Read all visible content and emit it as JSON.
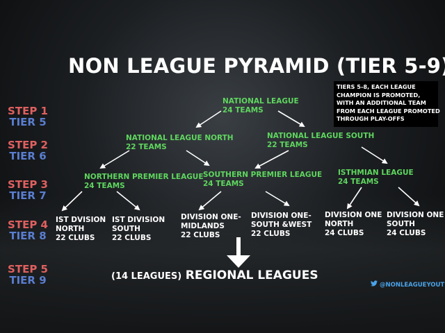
{
  "title": "NON LEAGUE PYRAMID (TIER 5-9)",
  "note": {
    "lines": [
      "TIERS 5-8, EACH LEAGUE",
      "CHAMPION IS PROMOTED,",
      "WITH AN ADDITIONAL TEAM",
      "FROM EACH LEAGUE PROMOTED",
      "THROUGH PLAY-OFFS"
    ]
  },
  "steps": [
    {
      "step": "STEP 1",
      "tier": "TIER 5"
    },
    {
      "step": "STEP 2",
      "tier": "TIER 6"
    },
    {
      "step": "STEP 3",
      "tier": "TIER 7"
    },
    {
      "step": "STEP 4",
      "tier": "TIER 8"
    },
    {
      "step": "STEP 5",
      "tier": "TIER 9"
    }
  ],
  "nodes": {
    "national": {
      "name": "NATIONAL LEAGUE",
      "count": "24 TEAMS"
    },
    "north": {
      "name": "NATIONAL LEAGUE NORTH",
      "count": "22 TEAMS"
    },
    "south": {
      "name": "NATIONAL LEAGUE SOUTH",
      "count": "22 TEAMS"
    },
    "northern_premier": {
      "name": "NORTHERN PREMIER LEAGUE",
      "count": "24 TEAMS"
    },
    "southern_premier": {
      "name": "SOUTHERN PREMIER LEAGUE",
      "count": "24 TEAMS"
    },
    "isthmian": {
      "name": "ISTHMIAN LEAGUE",
      "count": "24 TEAMS"
    },
    "npl_north": {
      "line1": "IST DVISION",
      "line2": "NORTH",
      "count": "22 CLUBS"
    },
    "npl_south": {
      "line1": "IST DIVISION",
      "line2": "SOUTH",
      "count": "22 CLUBS"
    },
    "spl_midlands": {
      "line1": "DIVISION ONE-",
      "line2": "MIDLANDS",
      "count": "22 CLUBS"
    },
    "spl_southwest": {
      "line1": "DIVISION ONE-",
      "line2": "SOUTH &WEST",
      "count": "22 CLUBS"
    },
    "ist_north": {
      "line1": "DIVISION ONE",
      "line2": "NORTH",
      "count": "24 CLUBS"
    },
    "ist_south": {
      "line1": "DIVISION ONE",
      "line2": "SOUTH",
      "count": "24 CLUBS"
    }
  },
  "regional": {
    "prefix": "(14 LEAGUES)",
    "label": "REGIONAL LEAGUES"
  },
  "handle": "@NONLEAGUEYOUT",
  "colors": {
    "green": "#5fd65f",
    "step": "#e06060",
    "tier": "#5a7ed0",
    "twitter": "#4aa3e8"
  }
}
